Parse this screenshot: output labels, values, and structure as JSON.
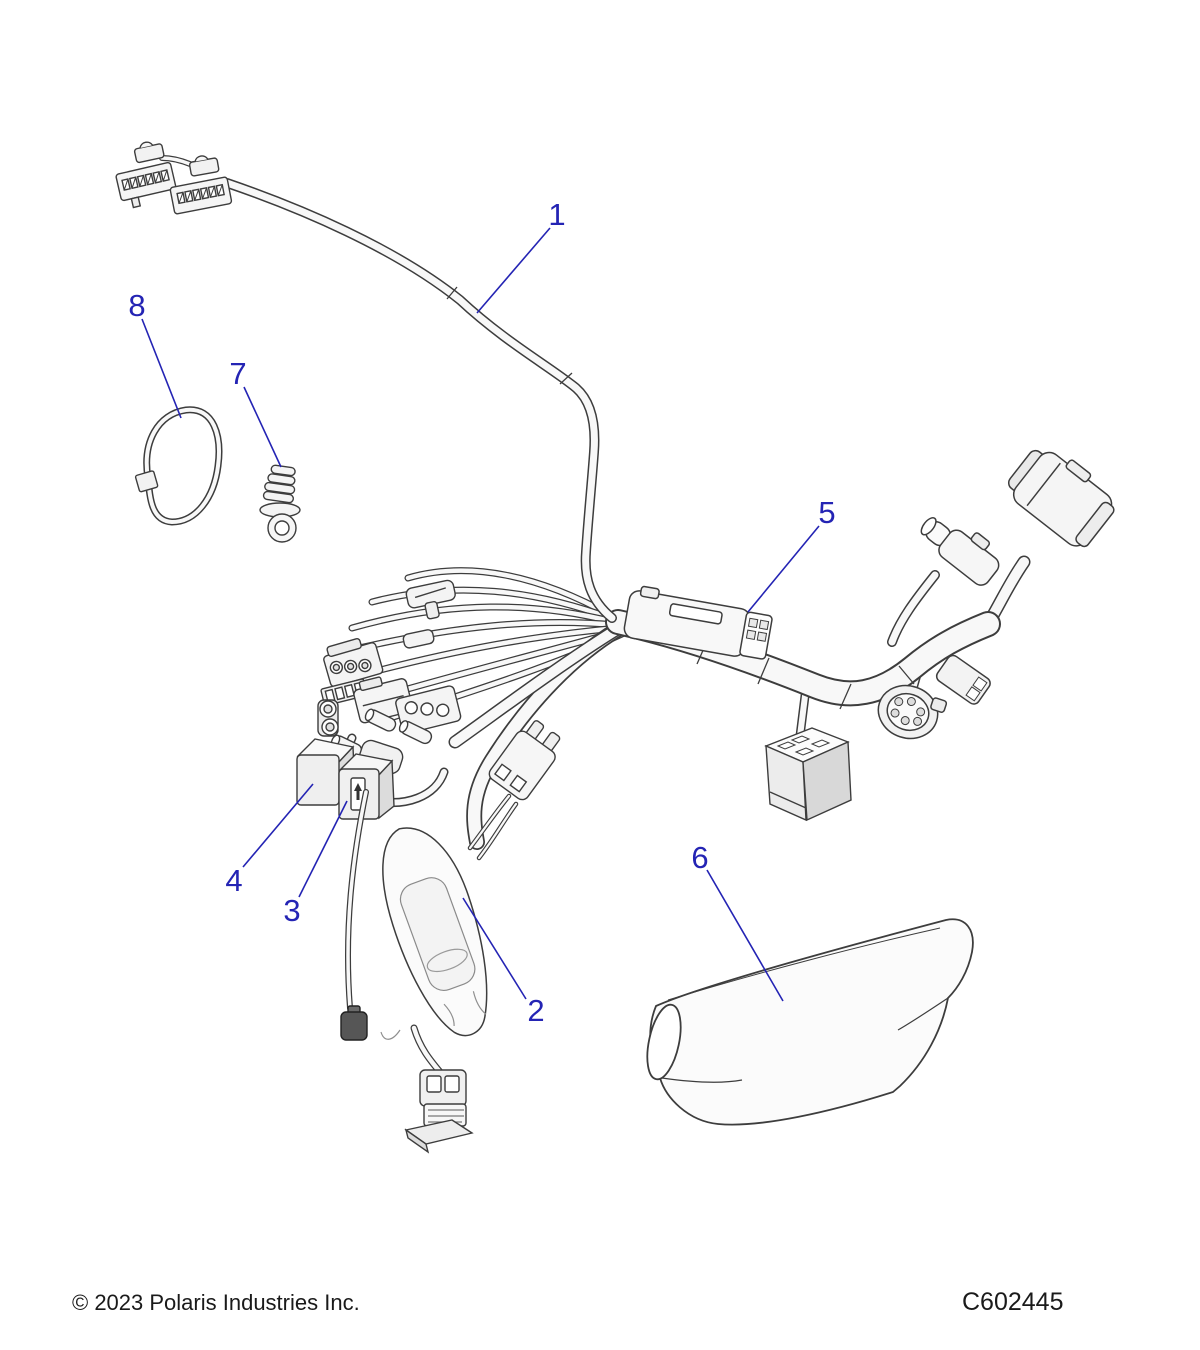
{
  "diagram": {
    "type": "exploded-parts-diagram",
    "subject": "wire-harness",
    "copyright": "© 2023 Polaris Industries Inc.",
    "code": "C602445",
    "callouts": [
      {
        "number": "1"
      },
      {
        "number": "2"
      },
      {
        "number": "3"
      },
      {
        "number": "4"
      },
      {
        "number": "5"
      },
      {
        "number": "6"
      },
      {
        "number": "7"
      },
      {
        "number": "8"
      }
    ]
  },
  "colors": {
    "callout_blue": "#2424b4",
    "artwork_line": "#3d3d3d",
    "background": "#ffffff"
  }
}
